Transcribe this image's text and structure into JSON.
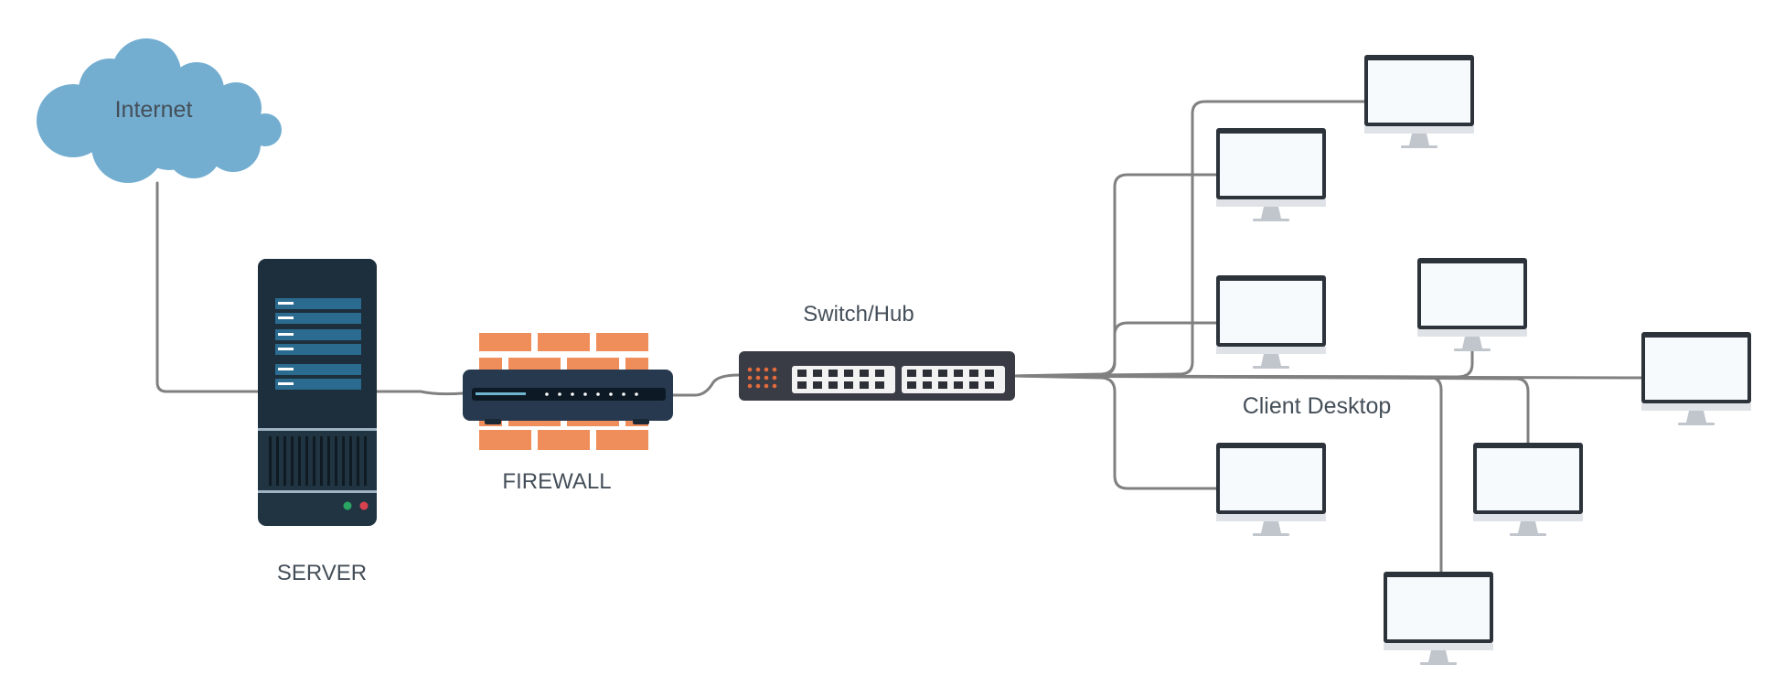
{
  "labels": {
    "internet": "Internet",
    "server": "SERVER",
    "firewall": "FIREWALL",
    "switch": "Switch/Hub",
    "client": "Client Desktop"
  },
  "colors": {
    "cloud": "#73aed1",
    "link": "#808080",
    "server_body": "#213442",
    "server_drive": "#2b6b8f",
    "firewall_body": "#26394f",
    "brick": "#ef8d5b",
    "switch_body": "#3a3c45",
    "port_panel": "#f2f2f2",
    "status_orange": "#e46b3c",
    "monitor_frame": "#2d333b",
    "monitor_screen": "#f7fafc",
    "monitor_stand": "#c0c6cc",
    "led_green": "#2aa564",
    "led_red": "#d9414f"
  }
}
